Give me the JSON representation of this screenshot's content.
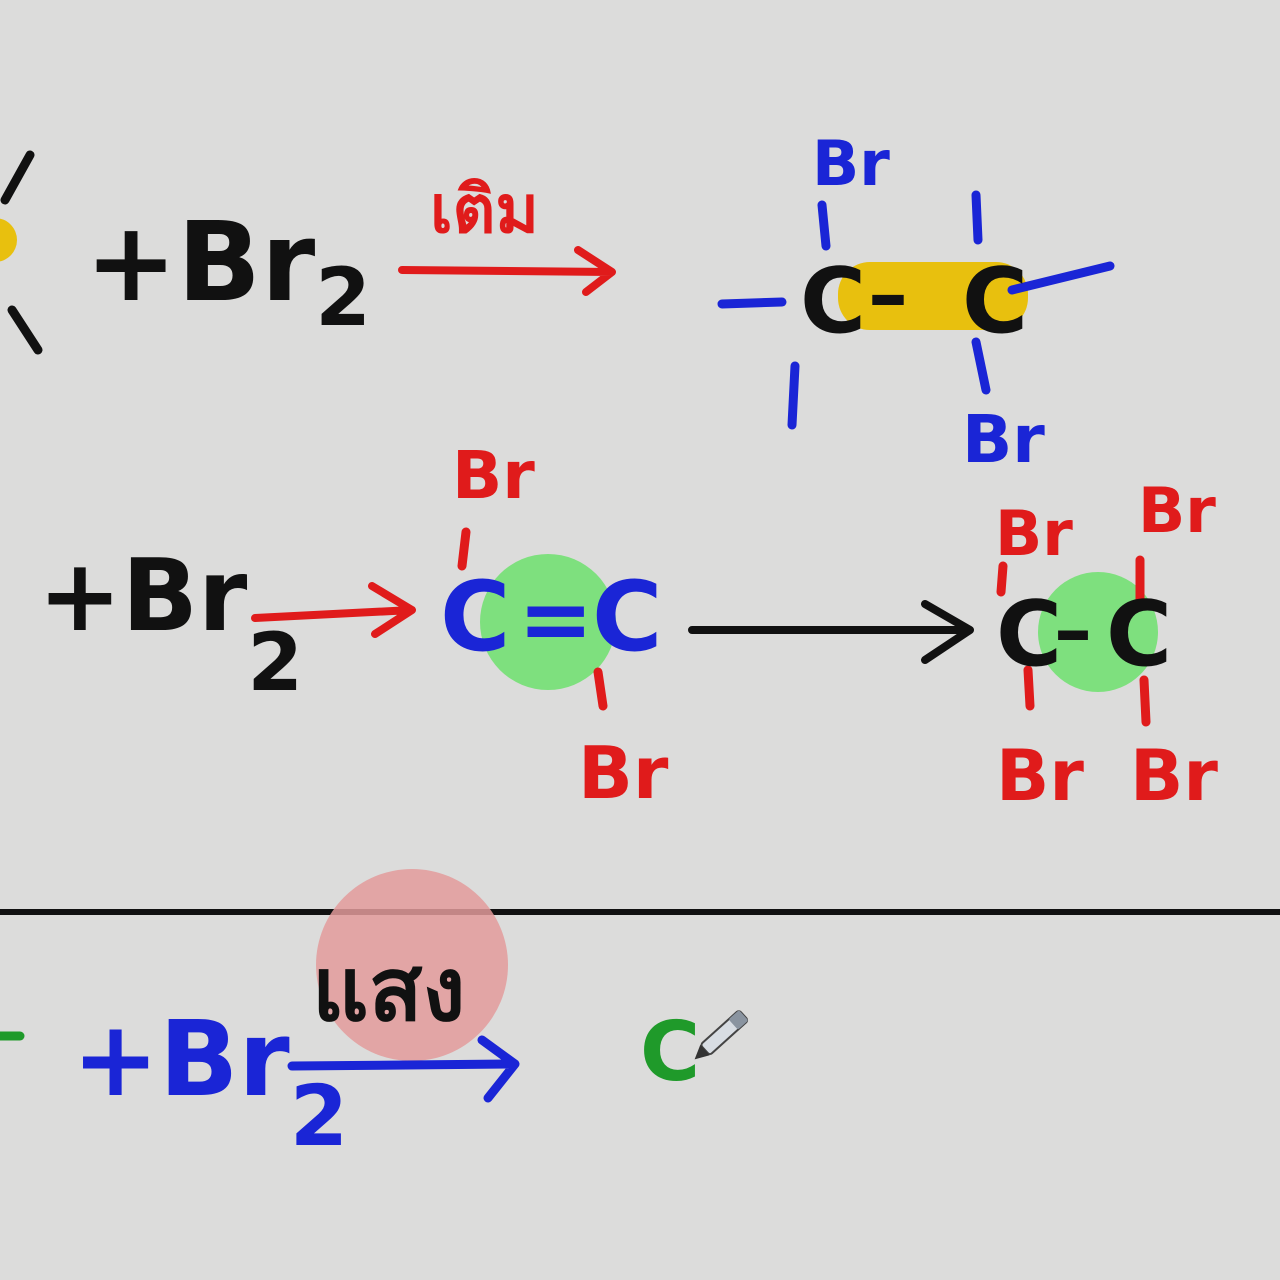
{
  "colors": {
    "background": "#dcdcdb",
    "black": "#111111",
    "red": "#e01b1b",
    "blue": "#1a25d6",
    "green": "#1f9a2a",
    "yellow_highlight": "#e8c00e",
    "green_highlight": "#7ee07e",
    "pink_highlight": "#e39b9b"
  },
  "row1": {
    "reagent": "+Br",
    "reagent_sub": "2",
    "condition": "เติม",
    "product_br_top": "Br",
    "product_br_bottom": "Br",
    "carbon_left": "C",
    "carbon_right": "C",
    "bond": "–"
  },
  "row2": {
    "reagent": "+Br",
    "reagent_sub": "2",
    "mid_br_top": "Br",
    "mid_br_bottom": "Br",
    "mid_carbon_left": "C",
    "mid_carbon_right": "C",
    "mid_bond": "=",
    "prod_br_top_left": "Br",
    "prod_br_top_right": "Br",
    "prod_br_bottom_left": "Br",
    "prod_br_bottom_right": "Br",
    "prod_carbon_left": "C",
    "prod_carbon_right": "C",
    "prod_bond": "–"
  },
  "row3": {
    "reagent": "+Br",
    "reagent_sub": "2",
    "condition": "แสง",
    "product_partial": "C"
  },
  "icons": {
    "pen": "pen-cursor-icon"
  }
}
